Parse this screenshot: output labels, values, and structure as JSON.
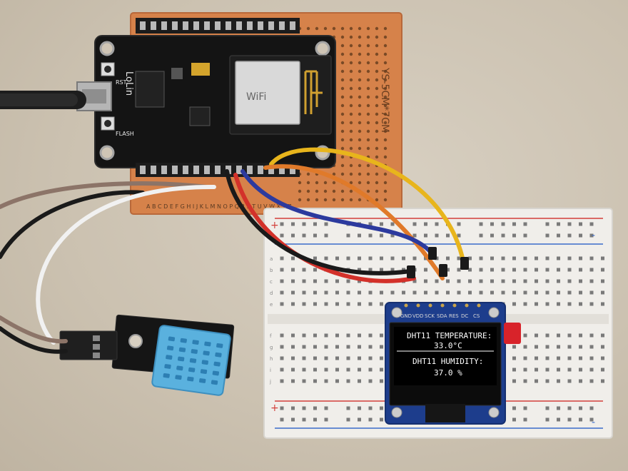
{
  "photo": {
    "oled_pin_labels": [
      "GND",
      "VDD",
      "SCK",
      "SDA",
      "RES",
      "DC",
      "CS"
    ],
    "oled_screen": {
      "line1": "DHT11 TEMPERATURE:",
      "line2": "33.0°C",
      "line3": "DHT11 HUMIDITY:",
      "line4": "37.0 %"
    },
    "protoboard_label": "YS-5CM*7CM",
    "board_brand": "LoLin",
    "board_buttons": [
      "RST",
      "FLASH"
    ],
    "module_label": "WiFi",
    "rail_signs": [
      "+",
      "-",
      "+",
      "-"
    ],
    "breadboard_row_letters_top": [
      "a",
      "b",
      "c",
      "d",
      "e"
    ],
    "breadboard_row_letters_bottom": [
      "f",
      "g",
      "h",
      "i",
      "j"
    ],
    "wire_colors": {
      "yellow": "#e8b51c",
      "orange": "#e07a2a",
      "blue": "#2c3a9e",
      "red": "#d3312a",
      "black": "#1a1a1a",
      "white": "#f1f1f1",
      "brown": "#8c7468"
    }
  }
}
